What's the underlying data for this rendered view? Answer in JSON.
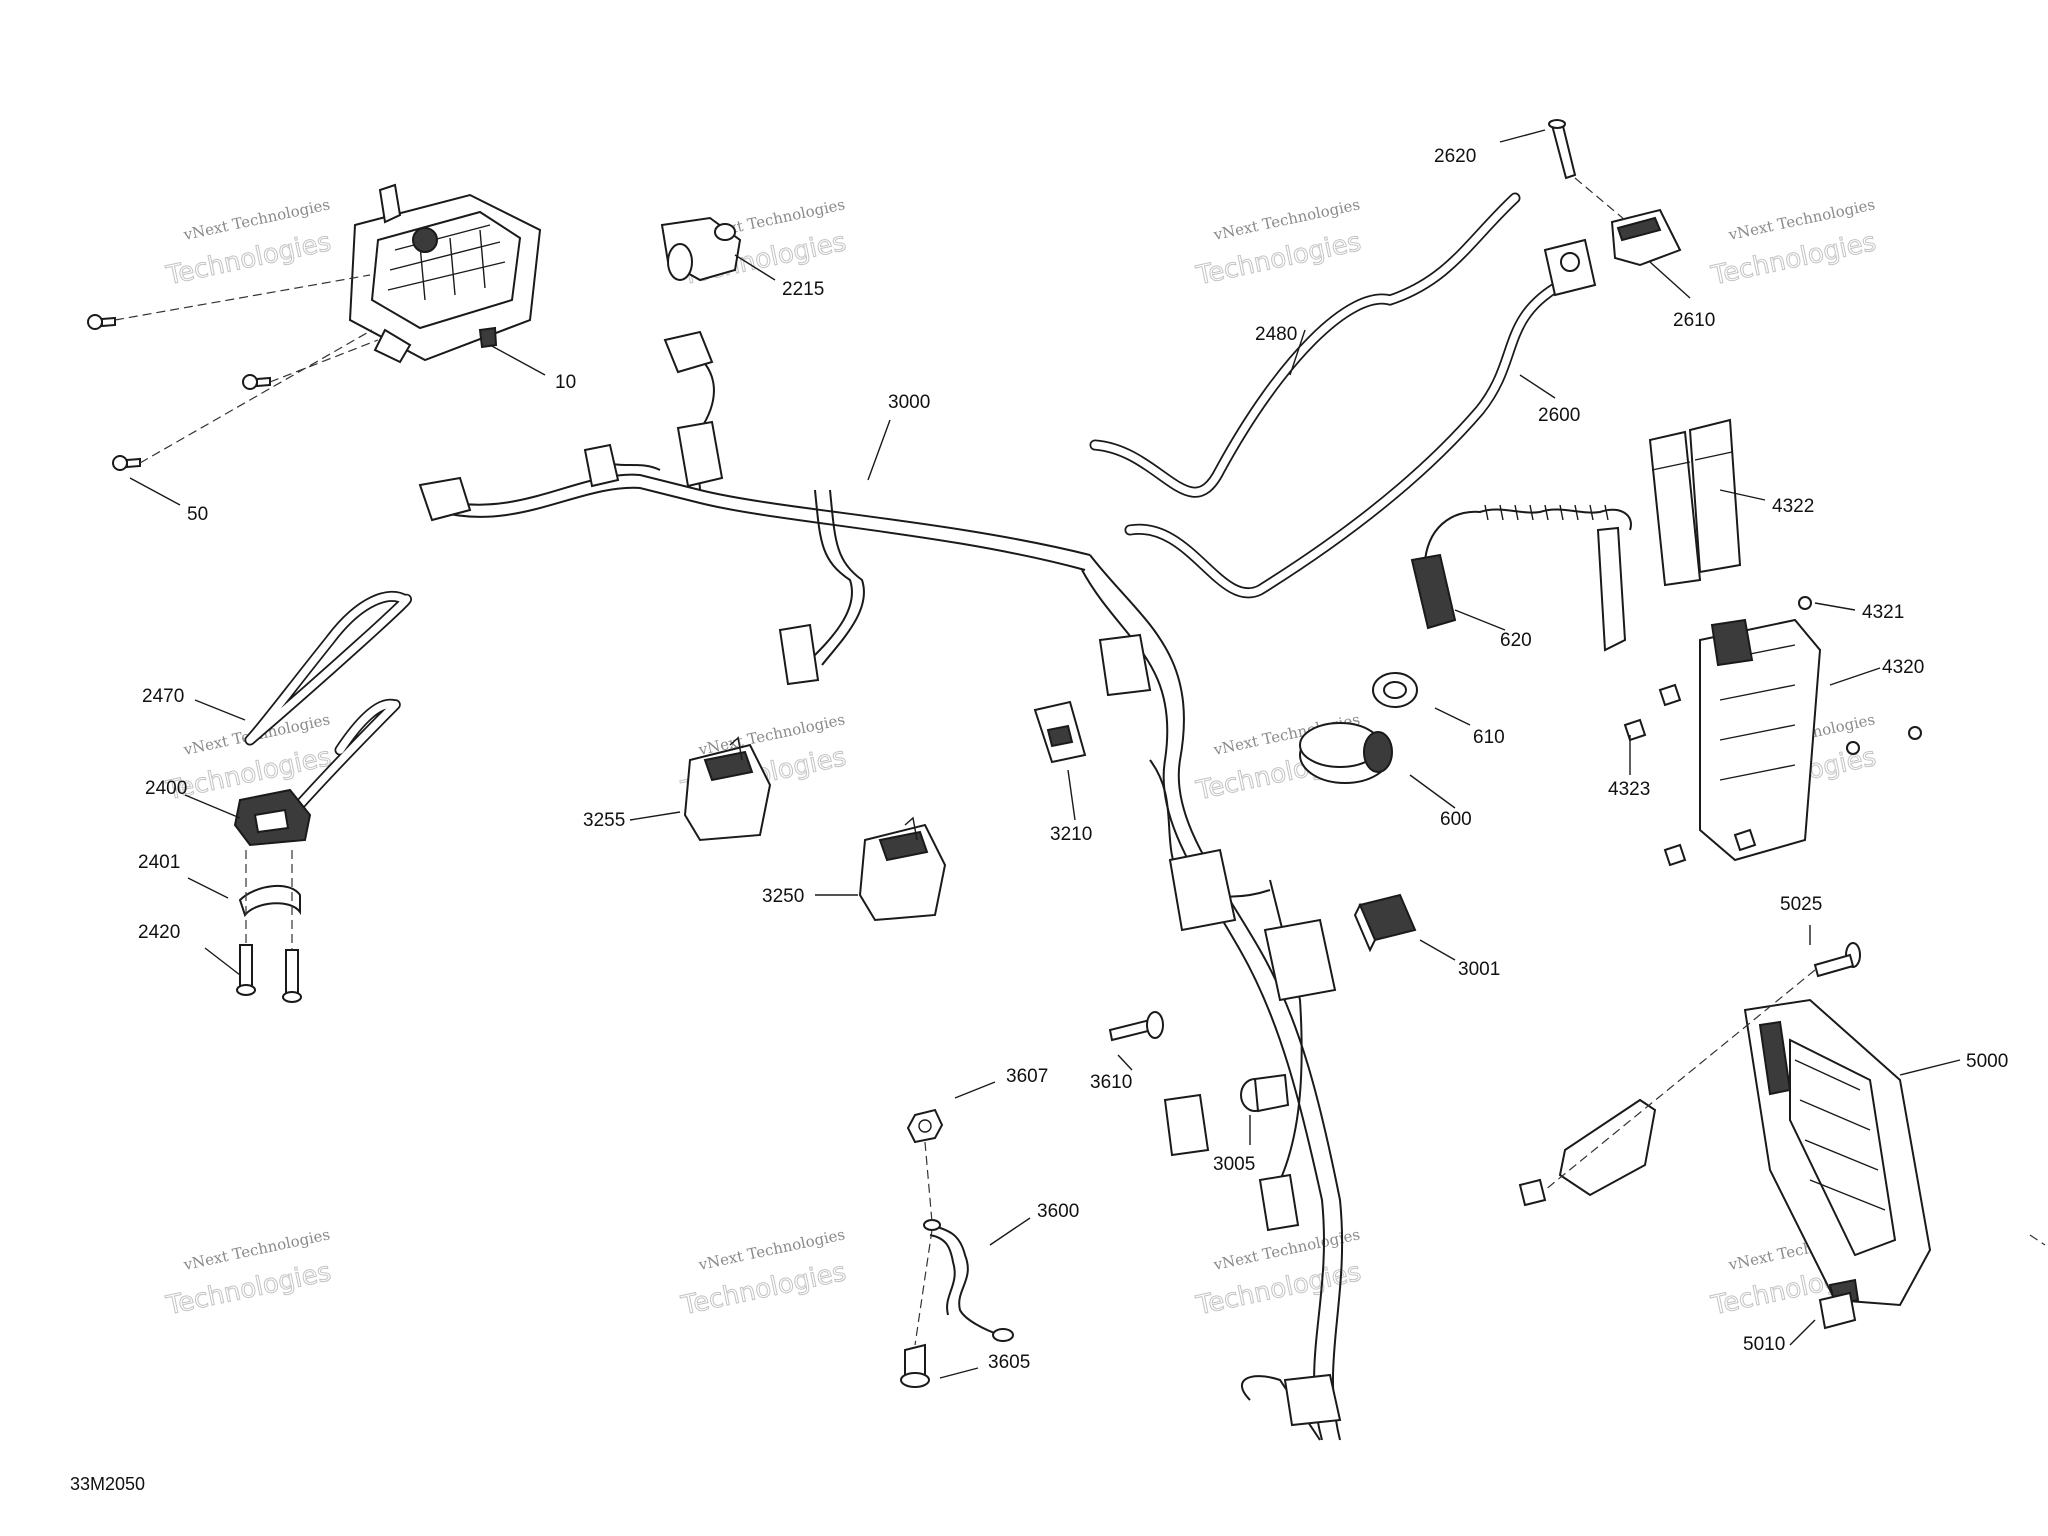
{
  "drawing_code": "33M2050",
  "watermark": {
    "line1": "vNext Technologies",
    "line2": "Technologies"
  },
  "callouts": [
    {
      "id": "10"
    },
    {
      "id": "50"
    },
    {
      "id": "2215"
    },
    {
      "id": "3000"
    },
    {
      "id": "2480"
    },
    {
      "id": "2620"
    },
    {
      "id": "2610"
    },
    {
      "id": "2600"
    },
    {
      "id": "4322"
    },
    {
      "id": "4321"
    },
    {
      "id": "620"
    },
    {
      "id": "4320"
    },
    {
      "id": "610"
    },
    {
      "id": "600"
    },
    {
      "id": "4323"
    },
    {
      "id": "2470"
    },
    {
      "id": "2400"
    },
    {
      "id": "2401"
    },
    {
      "id": "2420"
    },
    {
      "id": "3255"
    },
    {
      "id": "3250"
    },
    {
      "id": "3210"
    },
    {
      "id": "3001"
    },
    {
      "id": "3610"
    },
    {
      "id": "3005"
    },
    {
      "id": "3607"
    },
    {
      "id": "3600"
    },
    {
      "id": "3605"
    },
    {
      "id": "5025"
    },
    {
      "id": "5000"
    },
    {
      "id": "5010"
    }
  ]
}
